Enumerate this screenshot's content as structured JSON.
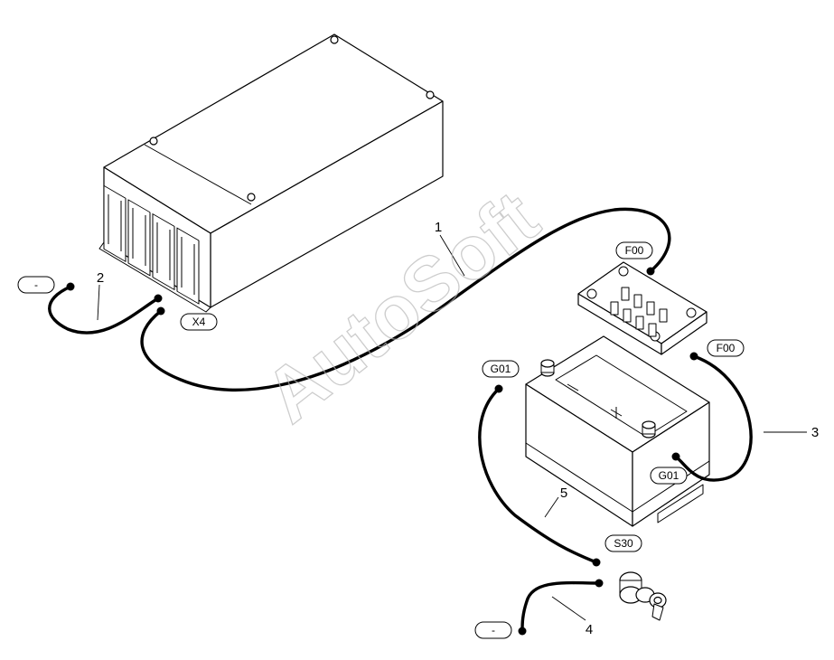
{
  "watermark": "AutoSoft",
  "components": {
    "module": "X4",
    "fuse_box_top": "F00",
    "fuse_box_side": "F00",
    "battery_left": "G01",
    "battery_front": "G01",
    "switch": "S30",
    "ground_upper": "-",
    "ground_lower": "-"
  },
  "callouts": {
    "c1": "1",
    "c2": "2",
    "c3": "3",
    "c4": "4",
    "c5": "5"
  }
}
